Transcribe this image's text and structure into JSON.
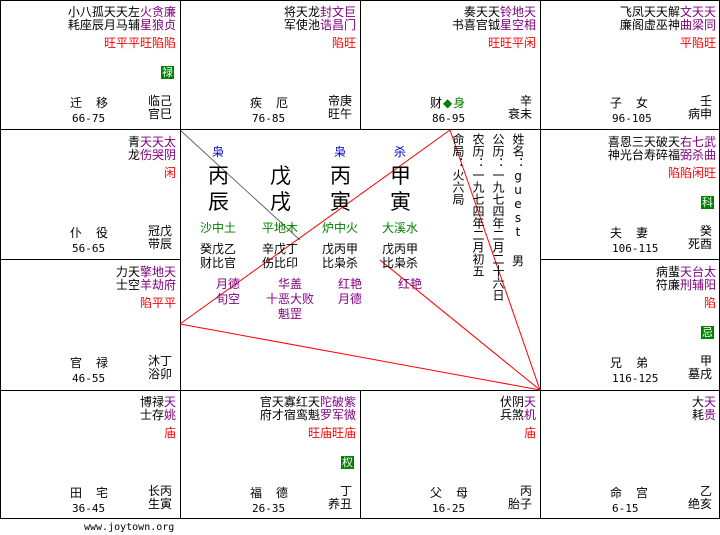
{
  "colors": {
    "black": "#000000",
    "purple": "#800080",
    "red": "#ff0000",
    "green": "#008000",
    "blue": "#0000cc",
    "badge": "#008000"
  },
  "cells": [
    {
      "id": "si",
      "stars_a": [
        "小",
        "八",
        "孤",
        "天",
        "天",
        "左",
        "火",
        "贪",
        "廉"
      ],
      "stars_b": [
        "耗",
        "座",
        "辰",
        "月",
        "马",
        "辅",
        "星",
        "狼",
        "贞"
      ],
      "bright": "旺平平旺陷陷",
      "badge": "禄",
      "palace": "迁　移",
      "gan": "临己",
      "zhi": "官巳",
      "range": "66-75"
    },
    {
      "id": "wu",
      "stars_a": [
        "将",
        "天",
        "龙",
        "封",
        "文",
        "巨"
      ],
      "stars_b": [
        "军",
        "使",
        "池",
        "诰",
        "昌",
        "门"
      ],
      "bright": "陷旺",
      "badge": "",
      "palace": "疾　厄",
      "gan": "帝庚",
      "zhi": "旺午",
      "range": "76-85"
    },
    {
      "id": "wei",
      "stars_a": [
        "奏",
        "天",
        "天",
        "铃",
        "地",
        "天"
      ],
      "stars_b": [
        "书",
        "喜",
        "官",
        "钺",
        "星",
        "空",
        "相"
      ],
      "bright": "旺旺平闲",
      "badge": "",
      "palace": "财◆身",
      "gan": "辛",
      "zhi": "衰未",
      "range": "86-95"
    },
    {
      "id": "shen",
      "stars_a": [
        "飞",
        "凤",
        "天",
        "天",
        "解",
        "文",
        "天",
        "天"
      ],
      "stars_b": [
        "廉",
        "阁",
        "虚",
        "巫",
        "神",
        "曲",
        "梁",
        "同"
      ],
      "bright": "平陷旺",
      "badge": "",
      "palace": "子　女",
      "gan": "壬",
      "zhi": "病申",
      "range": "96-105"
    },
    {
      "id": "chen",
      "stars_a": [
        "青",
        "天",
        "天",
        "太"
      ],
      "stars_b": [
        "龙",
        "伤",
        "哭",
        "阴"
      ],
      "bright": "闲",
      "badge": "",
      "palace": "仆　役",
      "gan": "冠戊",
      "zhi": "带辰",
      "range": "56-65"
    },
    {
      "id": "you",
      "stars_a": [
        "喜",
        "恩",
        "三",
        "天",
        "破",
        "天",
        "右",
        "七",
        "武"
      ],
      "stars_b": [
        "神",
        "光",
        "台",
        "寿",
        "碎",
        "福",
        "弼",
        "杀",
        "曲"
      ],
      "bright": "陷陷闲旺",
      "badge": "科",
      "palace": "夫　妻",
      "gan": "癸",
      "zhi": "死酉",
      "range": "106-115"
    },
    {
      "id": "mao",
      "stars_a": [
        "力",
        "天",
        "擎",
        "地",
        "天"
      ],
      "stars_b": [
        "士",
        "空",
        "羊",
        "劫",
        "府"
      ],
      "bright": "陷平平",
      "badge": "",
      "palace": "官　禄",
      "gan": "沐丁",
      "zhi": "浴卯",
      "range": "46-55"
    },
    {
      "id": "xu",
      "stars_a": [
        "病",
        "蜚",
        "天",
        "台",
        "太"
      ],
      "stars_b": [
        "符",
        "廉",
        "刑",
        "辅",
        "阳"
      ],
      "bright": "陷",
      "badge": "忌",
      "palace": "兄　弟",
      "gan": "甲",
      "zhi": "墓戌",
      "range": "116-125"
    },
    {
      "id": "yin",
      "stars_a": [
        "博",
        "禄",
        "天"
      ],
      "stars_b": [
        "士",
        "存",
        "姚"
      ],
      "bright": "庙",
      "badge": "",
      "palace": "田　宅",
      "gan": "长丙",
      "zhi": "生寅",
      "range": "36-45"
    },
    {
      "id": "chou",
      "stars_a": [
        "官",
        "天",
        "寡",
        "红",
        "天",
        "陀",
        "破",
        "紫"
      ],
      "stars_b": [
        "府",
        "才",
        "宿",
        "鸾",
        "魁",
        "罗",
        "军",
        "微"
      ],
      "bright": "旺庙旺庙",
      "badge": "权",
      "palace": "福　德",
      "gan": "丁",
      "zhi": "养丑",
      "range": "26-35"
    },
    {
      "id": "zi",
      "stars_a": [
        "伏",
        "阴",
        "天"
      ],
      "stars_b": [
        "兵",
        "煞",
        "机"
      ],
      "bright": "庙",
      "badge": "",
      "palace": "父　母",
      "gan": "丙",
      "zhi": "胎子",
      "range": "16-25"
    },
    {
      "id": "hai",
      "stars_a": [
        "大",
        "天"
      ],
      "stars_b": [
        "耗",
        "贵"
      ],
      "bright": "",
      "badge": "",
      "palace": "命　宫",
      "gan": "乙",
      "zhi": "绝亥",
      "range": "6-15"
    }
  ],
  "center": {
    "shens": [
      "枭",
      "",
      "枭",
      "杀"
    ],
    "gans": [
      "丙",
      "戊",
      "丙",
      "甲"
    ],
    "zhis": [
      "辰",
      "戌",
      "寅",
      "寅"
    ],
    "nayin": [
      "沙中土",
      "平地木",
      "炉中火",
      "大溪水"
    ],
    "canggan": [
      "癸戊乙",
      "辛戊丁",
      "戊丙甲",
      "戊丙甲"
    ],
    "cangshen": [
      "财比官",
      "伤比印",
      "比枭杀",
      "比枭杀"
    ],
    "shensha1": [
      "月德",
      "华盖",
      "红艳",
      "红艳"
    ],
    "shensha2": [
      "旬空",
      "十恶大败",
      "月德",
      ""
    ],
    "shensha3": [
      "",
      "魁罡",
      "",
      ""
    ],
    "info_col1": "命局：火六局",
    "info_col2": "农历：一九七四年二月初五",
    "info_col3": "公历：一九七四年二月二十六日",
    "info_col4": "姓名：guest",
    "gender": "男"
  },
  "footer": "www.joytown.org"
}
